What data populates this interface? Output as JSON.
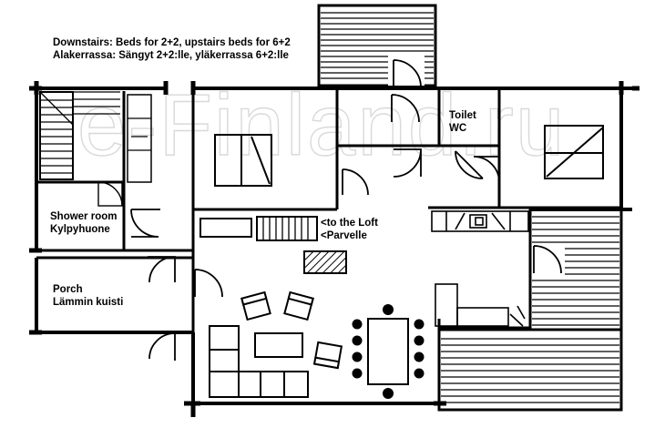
{
  "header": {
    "line1": "Downstairs: Beds for 2+2, upstairs beds for 6+2",
    "line2": "Alakerrassa: Sängyt 2+2:lle, yläkerrassa 6+2:lle"
  },
  "rooms": {
    "toilet": {
      "line1": "Toilet",
      "line2": "WC"
    },
    "shower": {
      "line1": "Shower room",
      "line2": "Kylpyhuone"
    },
    "porch": {
      "line1": "Porch",
      "line2": "Lämmin kuisti"
    },
    "loft": {
      "line1": "<to the Loft",
      "line2": "<Parvelle"
    }
  },
  "watermark": "e-Finland.ru",
  "colors": {
    "wall": "#000000",
    "background": "#ffffff",
    "watermark": "#d9d9d9"
  }
}
